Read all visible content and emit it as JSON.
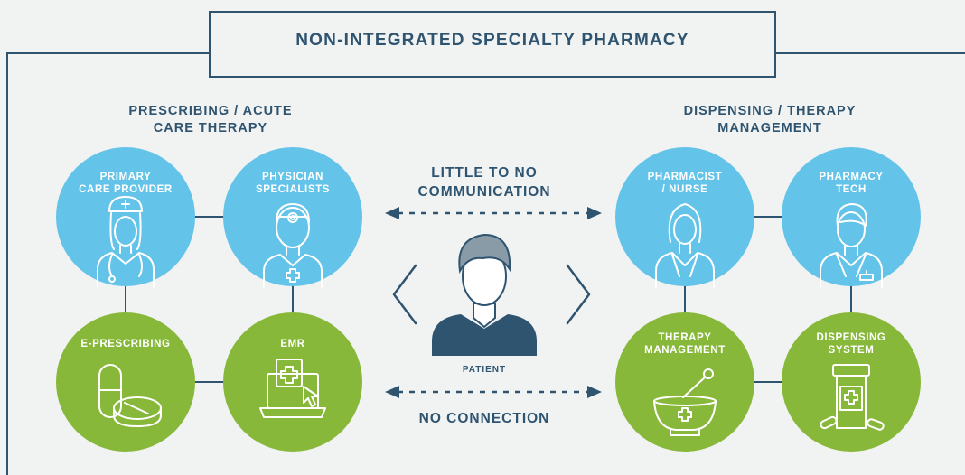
{
  "title": "NON-INTEGRATED SPECIALTY PHARMACY",
  "left_group": {
    "line1": "PRESCRIBING / ACUTE",
    "line2": "CARE THERAPY"
  },
  "right_group": {
    "line1": "DISPENSING / THERAPY",
    "line2": "MANAGEMENT"
  },
  "nodes": {
    "primary_care": {
      "line1": "PRIMARY",
      "line2": "CARE PROVIDER",
      "icon": "nurse-icon"
    },
    "physician": {
      "line1": "PHYSICIAN",
      "line2": "SPECIALISTS",
      "icon": "doctor-icon"
    },
    "eprescribing": {
      "line1": "E-PRESCRIBING",
      "icon": "pills-icon"
    },
    "emr": {
      "line1": "EMR",
      "icon": "laptop-medical-record-icon"
    },
    "pharmacist": {
      "line1": "PHARMACIST",
      "line2": "/ NURSE",
      "icon": "pharmacist-icon"
    },
    "pharmacy_tech": {
      "line1": "PHARMACY",
      "line2": "TECH",
      "icon": "pharmacy-tech-icon"
    },
    "therapy_mgmt": {
      "line1": "THERAPY",
      "line2": "MANAGEMENT",
      "icon": "mortar-pestle-icon"
    },
    "dispensing_system": {
      "line1": "DISPENSING",
      "line2": "SYSTEM",
      "icon": "pill-bottle-icon"
    }
  },
  "center": {
    "top_line1": "LITTLE TO NO",
    "top_line2": "COMMUNICATION",
    "bottom": "NO CONNECTION",
    "patient": "PATIENT"
  },
  "colors": {
    "navy": "#2e5470",
    "blue": "#63c3e9",
    "green": "#88b83a",
    "background": "#f1f2f2",
    "patient_hair": "#8a9ba8",
    "patient_shirt": "#2e5470"
  }
}
